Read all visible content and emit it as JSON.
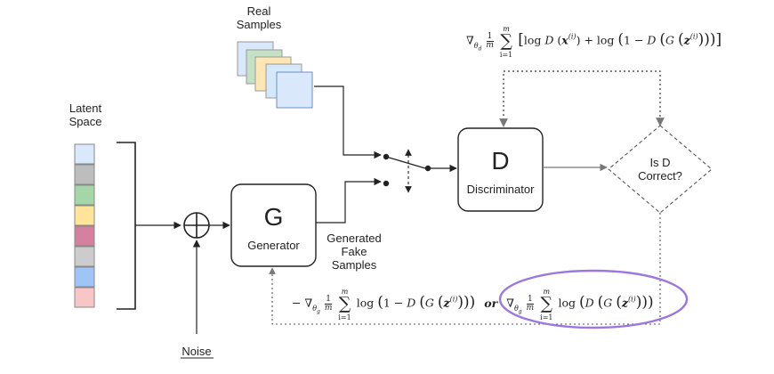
{
  "labels": {
    "real_samples": "Real\nSamples",
    "latent_space": "Latent\nSpace",
    "generator_letter": "G",
    "generator_name": "Generator",
    "discriminator_letter": "D",
    "discriminator_name": "Discriminator",
    "generated_fake_samples": "Generated\nFake\nSamples",
    "decision": "Is D\nCorrect?",
    "noise": "Noise",
    "or": "or"
  },
  "formulas": {
    "discriminator_gradient": "∇θd (1/m) Σ_{i=1}^{m} [ log D(x^(i)) + log(1 − D(G(z^(i)))) ]",
    "generator_gradient_original": "− ∇θg (1/m) Σ_{i=1}^{m} log(1 − D(G(z^(i))))",
    "generator_gradient_alternative": "∇θg (1/m) Σ_{i=1}^{m} log(D(G(z^(i))))"
  },
  "colors": {
    "latent_cells": [
      "#dae8fc",
      "#bdbdbd",
      "#a5d6a7",
      "#ffe599",
      "#d5809e",
      "#cccccc",
      "#9fc5f8",
      "#f8c6c6"
    ],
    "real_sample_cards": [
      "#dae8fc",
      "#c5e1c5",
      "#ffe6b3",
      "#d5e8f9",
      "#dae8fc"
    ],
    "highlight": "#9b77e0",
    "stroke": "#222222"
  }
}
